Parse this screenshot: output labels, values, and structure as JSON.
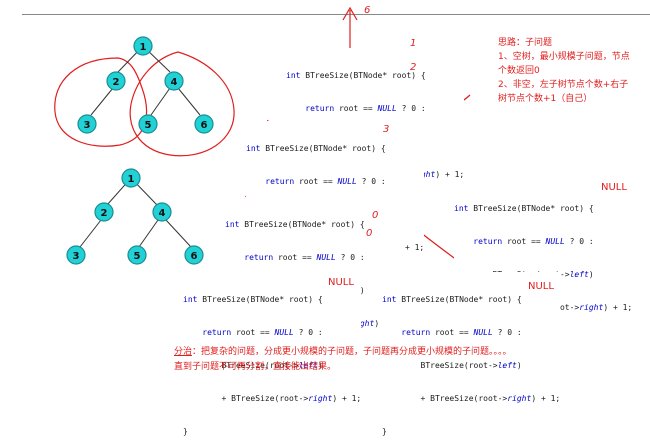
{
  "trees": {
    "top": {
      "nodes": [
        {
          "id": "n1",
          "label": "1"
        },
        {
          "id": "n2",
          "label": "2"
        },
        {
          "id": "n4",
          "label": "4"
        },
        {
          "id": "n3",
          "label": "3"
        },
        {
          "id": "n5",
          "label": "5"
        },
        {
          "id": "n6",
          "label": "6"
        }
      ]
    },
    "bottom": {
      "nodes": [
        {
          "id": "n1",
          "label": "1"
        },
        {
          "id": "n2",
          "label": "2"
        },
        {
          "id": "n4",
          "label": "4"
        },
        {
          "id": "n3",
          "label": "3"
        },
        {
          "id": "n5",
          "label": "5"
        },
        {
          "id": "n6",
          "label": "6"
        }
      ]
    }
  },
  "code": {
    "line1_type": "int ",
    "line1_fn": "BTreeSize(",
    "line1_param_type": "BTNode",
    "line1_rest": "* root) {",
    "line2_return": "return ",
    "line2_mid": "root == ",
    "line2_null": "NULL",
    "line2_end": " ? 0 :",
    "line3": "BTreeSize(root->",
    "line3_left": "left",
    "line3_end": ")",
    "line4_plus": "+ BTreeSize(root->",
    "line4_right": "right",
    "line4_end": ") + 1;",
    "close": "}"
  },
  "annotations": {
    "idea_title": "思路：子问题",
    "idea_1a": "1、空树，最小规模子问题，节点",
    "idea_1b": "个数返回0",
    "idea_2a": "2、非空，左子树节点个数+右子",
    "idea_2b": "树节点个数+1（自己）",
    "null": "NULL",
    "mark_6": "6",
    "mark_1": "1",
    "mark_2": "2",
    "mark_3": "3",
    "mark_0a": "0",
    "mark_0b": "0"
  },
  "summary": {
    "line1_under": "分治",
    "line1_rest": "：把复杂的问题，分成更小规模的子问题，子问题再分成更小规模的子问题。。。。",
    "line2": "直到子问题不可再分割，直接能出结果。"
  },
  "colors": {
    "node_fill": "#22d1d6",
    "annotation_red": "#e01e1e",
    "keyword_blue": "#0000cc"
  }
}
